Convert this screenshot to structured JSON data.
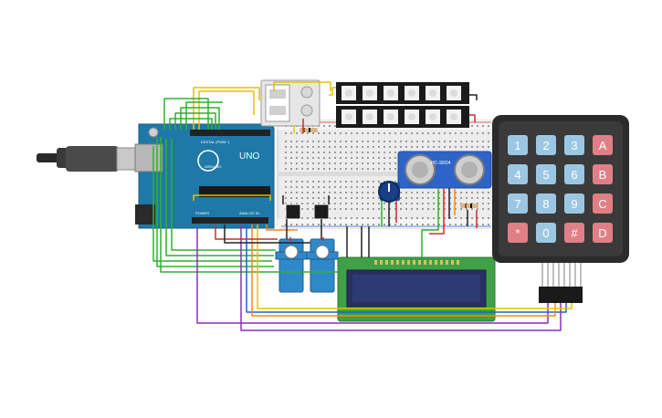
{
  "arduino": {
    "brand": "ARDUINO",
    "model": "UNO",
    "digital_header_label": "DIGITAL (PWM~)",
    "power_header_label": "POWER",
    "analog_header_label": "ANALOG IN"
  },
  "ultrasonic": {
    "model": "HC-SR04"
  },
  "keypad": {
    "keys": [
      [
        "1",
        "2",
        "3",
        "A"
      ],
      [
        "4",
        "5",
        "6",
        "B"
      ],
      [
        "7",
        "8",
        "9",
        "C"
      ],
      [
        "*",
        "0",
        "#",
        "D"
      ]
    ]
  },
  "colors": {
    "arduino_board": "#1f78a8",
    "breadboard": "#ececec",
    "keypad_body": "#2b2b2b",
    "keypad_key_blue": "#9cc7e3",
    "keypad_key_red": "#e07f86",
    "lcd_board": "#3fa048",
    "lcd_screen": "#27305e",
    "ultrasonic_board": "#2e64c8",
    "servo_body": "#2f89c9",
    "neopixel_strip": "#1b1b1b",
    "wire_green": "#2fb12f",
    "wire_yellow": "#e6c000",
    "wire_red": "#d62828",
    "wire_orange": "#f08a1c",
    "wire_purple": "#8a2fbf",
    "wire_blue": "#2060d0",
    "wire_black": "#222222"
  }
}
